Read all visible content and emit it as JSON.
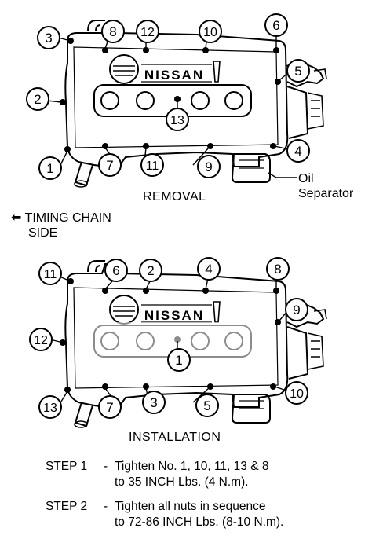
{
  "removal": {
    "caption": "REMOVAL",
    "brand_text": "NISSAN",
    "oil_separator_label": [
      "Oil",
      "Separator"
    ],
    "callouts": [
      "1",
      "2",
      "3",
      "4",
      "5",
      "6",
      "7",
      "8",
      "9",
      "10",
      "11",
      "12",
      "13"
    ]
  },
  "timing_chain_side": {
    "arrow": "⬅",
    "line1": "TIMING CHAIN",
    "line2": "SIDE"
  },
  "installation": {
    "caption": "INSTALLATION",
    "brand_text": "NISSAN",
    "callouts": [
      "1",
      "2",
      "3",
      "4",
      "5",
      "6",
      "7",
      "8",
      "9",
      "10",
      "11",
      "12",
      "13"
    ]
  },
  "steps": [
    {
      "label": "STEP 1",
      "lines": [
        "Tighten No. 1, 10, 11, 13 & 8",
        "to 35 INCH Lbs. (4 N.m)."
      ]
    },
    {
      "label": "STEP 2",
      "lines": [
        "Tighten all nuts in sequence",
        "to 72-86 INCH Lbs. (8-10 N.m)."
      ]
    }
  ]
}
